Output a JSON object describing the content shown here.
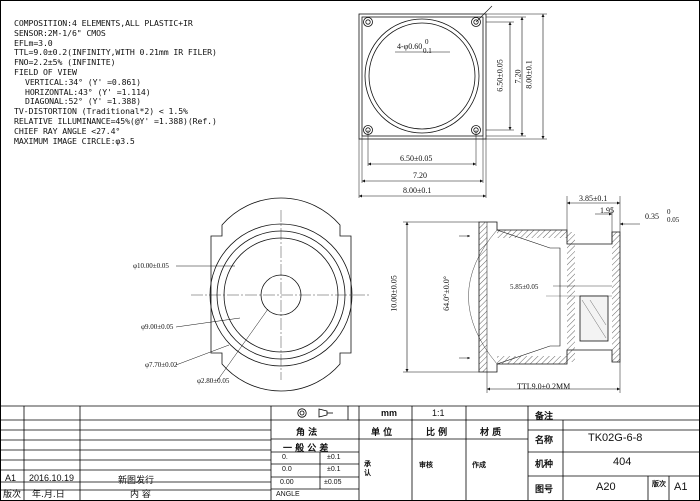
{
  "specs": {
    "composition": "COMPOSITION:4 ELEMENTS,ALL PLASTIC+IR",
    "sensor": "SENSOR:2M-1/6\" CMOS",
    "efl": "EFLm=3.0",
    "ttl": "TTL=9.0±0.2(INFINITY,WITH 0.21mm IR FILER)",
    "fno": "FNO=2.2±5% (INFINITE)",
    "fov_title": "FIELD OF VIEW",
    "fov_vertical": "VERTICAL:34° (Y' =0.861)",
    "fov_horizontal": "HORIZONTAL:43° (Y' =1.114)",
    "fov_diagonal": "DIAGONAL:52° (Y' =1.388)",
    "tv_distortion": "TV-DISTORTION (Traditional*2) < 1.5%",
    "relative_illuminance": "RELATIVE ILLUMINANCE=45%(@Y' =1.388)(Ref.)",
    "chief_ray_angle": "CHIEF RAY ANGLE <27.4°",
    "max_image_circle": "MAXIMUM IMAGE CIRCLE:φ3.5"
  },
  "top_view": {
    "hole_callout": "4-φ0.60",
    "hole_tol_upper": "0",
    "hole_tol_lower": "0.1",
    "dim_inner_vertical": "6.50±0.05",
    "dim_mid_vertical": "7.20",
    "dim_outer_vertical": "8.00±0.1",
    "dim_inner_horizontal": "6.50±0.05",
    "dim_mid_horizontal": "7.20",
    "dim_outer_horizontal": "8.00±0.1"
  },
  "front_view": {
    "dia_outer": "φ10.00±0.05",
    "dia_mid": "φ9.00±0.05",
    "dia_inner": "φ7.70±0.02",
    "dia_aperture": "φ2.80±0.05"
  },
  "side_view": {
    "dim_top_a": "3.85±0.1",
    "dim_top_b": "1.95",
    "dim_top_c": "0.35",
    "dim_top_c_upper": "0",
    "dim_top_c_lower": "0.05",
    "dim_height": "10.00±0.05",
    "angle": "64.0°±0.0°",
    "inner_dim": "5.85±0.05",
    "ttl": "TTL9.0±0.2MM"
  },
  "title_block": {
    "unit": "mm",
    "scale": "1:1",
    "remark_label": "备注",
    "angle_method": "角  法",
    "unit_label": "单  位",
    "scale_label": "比  例",
    "material_label": "材  质",
    "general_tolerance": "一  般  公  差",
    "tol_row1_left": "0.",
    "tol_row1_right": "±0.1",
    "tol_row2_left": "0.0",
    "tol_row2_right": "±0.1",
    "tol_row3_left": "0.00",
    "tol_row3_right": "±0.05",
    "angle_label": "ANGLE",
    "approve_label": "承认",
    "review_label": "审核",
    "author_label": "作成",
    "name_label": "名称",
    "name_value": "TK02G-6-8",
    "model_label": "机种",
    "model_value": "404",
    "drawing_no_label": "图号",
    "drawing_no_value": "A20",
    "version_label": "版次",
    "version_value": "A1",
    "rev_version": "A1",
    "rev_date": "2016.10.19",
    "rev_content": "新图发行",
    "rev_col_version": "版次",
    "rev_col_date": "年.月.日",
    "rev_col_content": "内      容"
  }
}
